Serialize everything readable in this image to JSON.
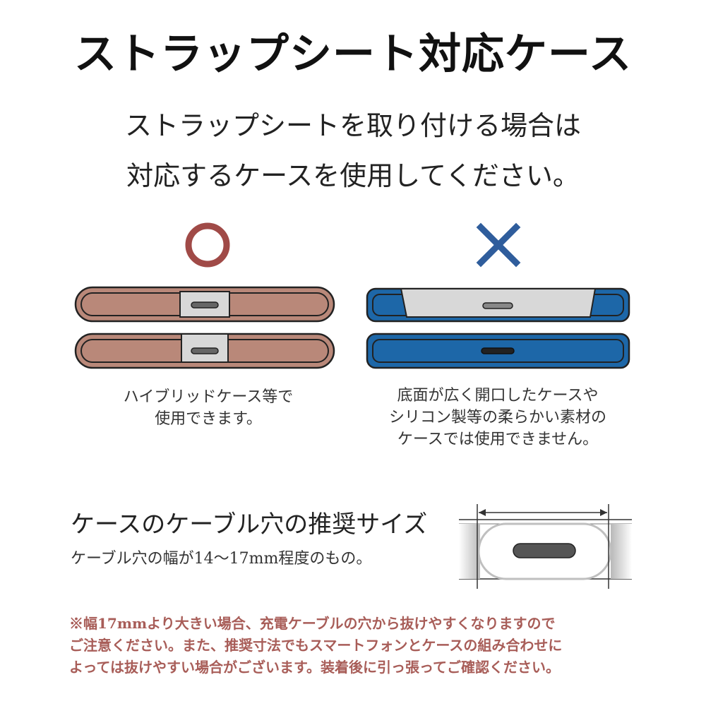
{
  "title": "ストラップシート対応ケース",
  "subtitle": {
    "line1": "ストラップシートを取り付ける場合は",
    "line2": "対応するケースを使用してください。"
  },
  "good": {
    "mark_icon": "circle-ok-icon",
    "color": "#a04a47",
    "case_color": "#b98879",
    "caption_line1": "ハイブリッドケース等で",
    "caption_line2": "使用できます。"
  },
  "bad": {
    "mark_icon": "cross-ng-icon",
    "color": "#2f5d9c",
    "case_color": "#1d67a8",
    "caption_line1": "底面が広く開口したケースや",
    "caption_line2": "シリコン製等の柔らかい素材の",
    "caption_line3": "ケースでは使用できません。"
  },
  "cable_hole": {
    "heading": "ケースのケーブル穴の推奨サイズ",
    "description": "ケーブル穴の幅が14〜17mm程度のもの。"
  },
  "note": {
    "line1": "※幅17mmより大きい場合、充電ケーブルの穴から抜けやすくなりますので",
    "line2": "ご注意ください。また、推奨寸法でもスマートフォンとケースの組み合わせに",
    "line3": "よっては抜けやすい場合がございます。装着後に引っ張ってご確認ください。",
    "color": "#a85d58"
  }
}
